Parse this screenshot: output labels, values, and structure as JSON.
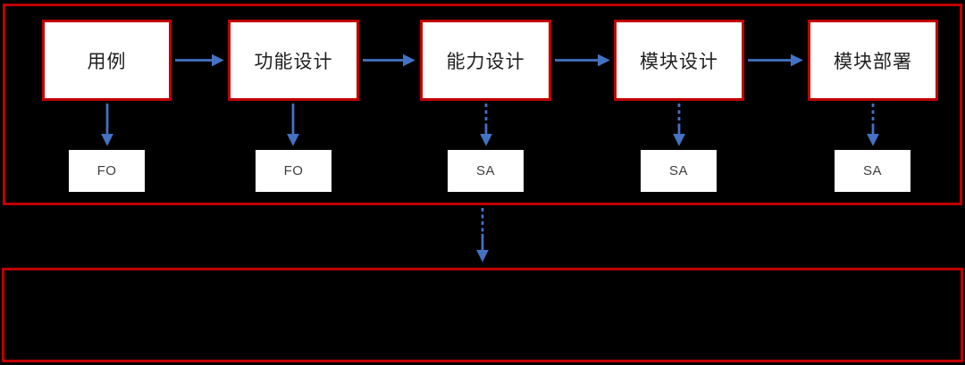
{
  "colors": {
    "canvas-bg": "#000000",
    "accent-red": "#C00000",
    "arrow-blue": "#4472C4",
    "box-fill": "#ffffff",
    "label-color": "#1f1f1f",
    "sublabel-color": "#3f3f3f"
  },
  "stages": [
    {
      "label": "用例",
      "sublabel": "FO",
      "down_arrow_style": "solid"
    },
    {
      "label": "功能设计",
      "sublabel": "FO",
      "down_arrow_style": "solid"
    },
    {
      "label": "能力设计",
      "sublabel": "SA",
      "down_arrow_style": "dashed"
    },
    {
      "label": "模块设计",
      "sublabel": "SA",
      "down_arrow_style": "dashed"
    },
    {
      "label": "模块部署",
      "sublabel": "SA",
      "down_arrow_style": "dashed"
    }
  ],
  "flow": {
    "direction": "left-to-right",
    "connector_to_bottom_style": "dashed"
  },
  "bottom_container": {
    "content": ""
  }
}
